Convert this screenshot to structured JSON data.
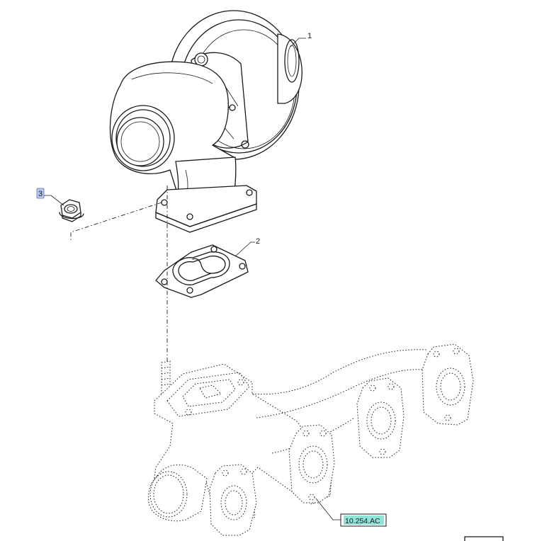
{
  "diagram": {
    "callouts": [
      {
        "id": "1",
        "label": "1"
      },
      {
        "id": "2",
        "label": "2"
      },
      {
        "id": "3",
        "label": "3"
      }
    ],
    "reference_link": {
      "label": "10.254.AC"
    },
    "colors": {
      "line": "#1a1a1a",
      "callout_3_highlight": "#b9c8f2",
      "reference_highlight": "#8fe3d9"
    }
  }
}
